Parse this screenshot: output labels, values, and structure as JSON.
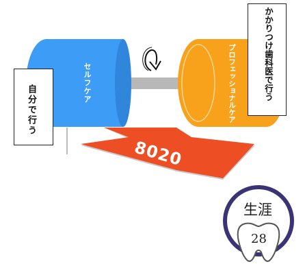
{
  "labels": {
    "self_care": "セルフケア",
    "professional_care": "プロフェッショナルケア",
    "self_do": "自分で行う",
    "dentist_do": "かかりつけ歯科医で行う",
    "arrow_number": "8020"
  },
  "logo": {
    "top_text": "生涯",
    "bottom_text": "28"
  },
  "colors": {
    "self_cylinder": "#3d9cf5",
    "professional_cylinder": "#f7a21a",
    "axle": "#b8b8b8",
    "arrow": "#ee4e23",
    "arrow_shadow": "#c9c9c9",
    "logo_ring": "#3a3474"
  },
  "icons": {
    "rotation": "rotate-arrow-icon",
    "logo": "tooth-logo-icon"
  }
}
